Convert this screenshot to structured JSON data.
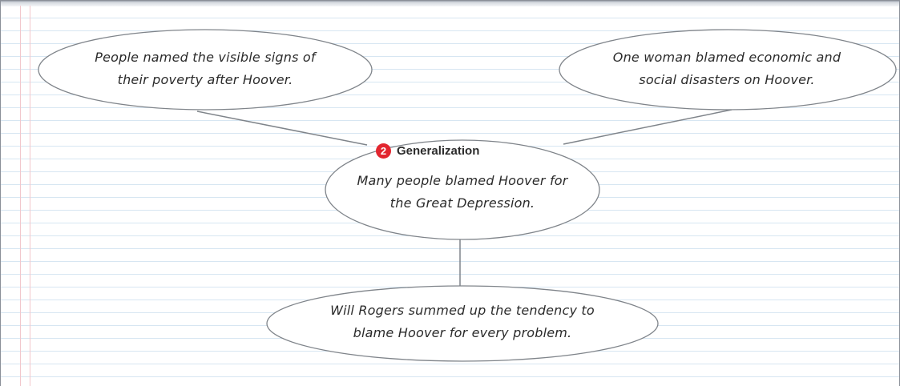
{
  "diagram": {
    "top_left_note": {
      "line1": "People named the visible signs of",
      "line2": "their poverty after Hoover."
    },
    "top_right_note": {
      "line1": "One woman blamed economic and",
      "line2": "social disasters on Hoover."
    },
    "center": {
      "badge_number": "2",
      "heading": "Generalization",
      "line1": "Many people blamed Hoover for",
      "line2": "the Great Depression."
    },
    "bottom_note": {
      "line1": "Will Rogers summed up the tendency to",
      "line2": "blame Hoover for every problem."
    }
  },
  "colors": {
    "badge": "#e2262f",
    "oval_stroke": "#7f848a",
    "ruled_line": "#d7e6f2",
    "margin_line": "#f2c7cc"
  }
}
